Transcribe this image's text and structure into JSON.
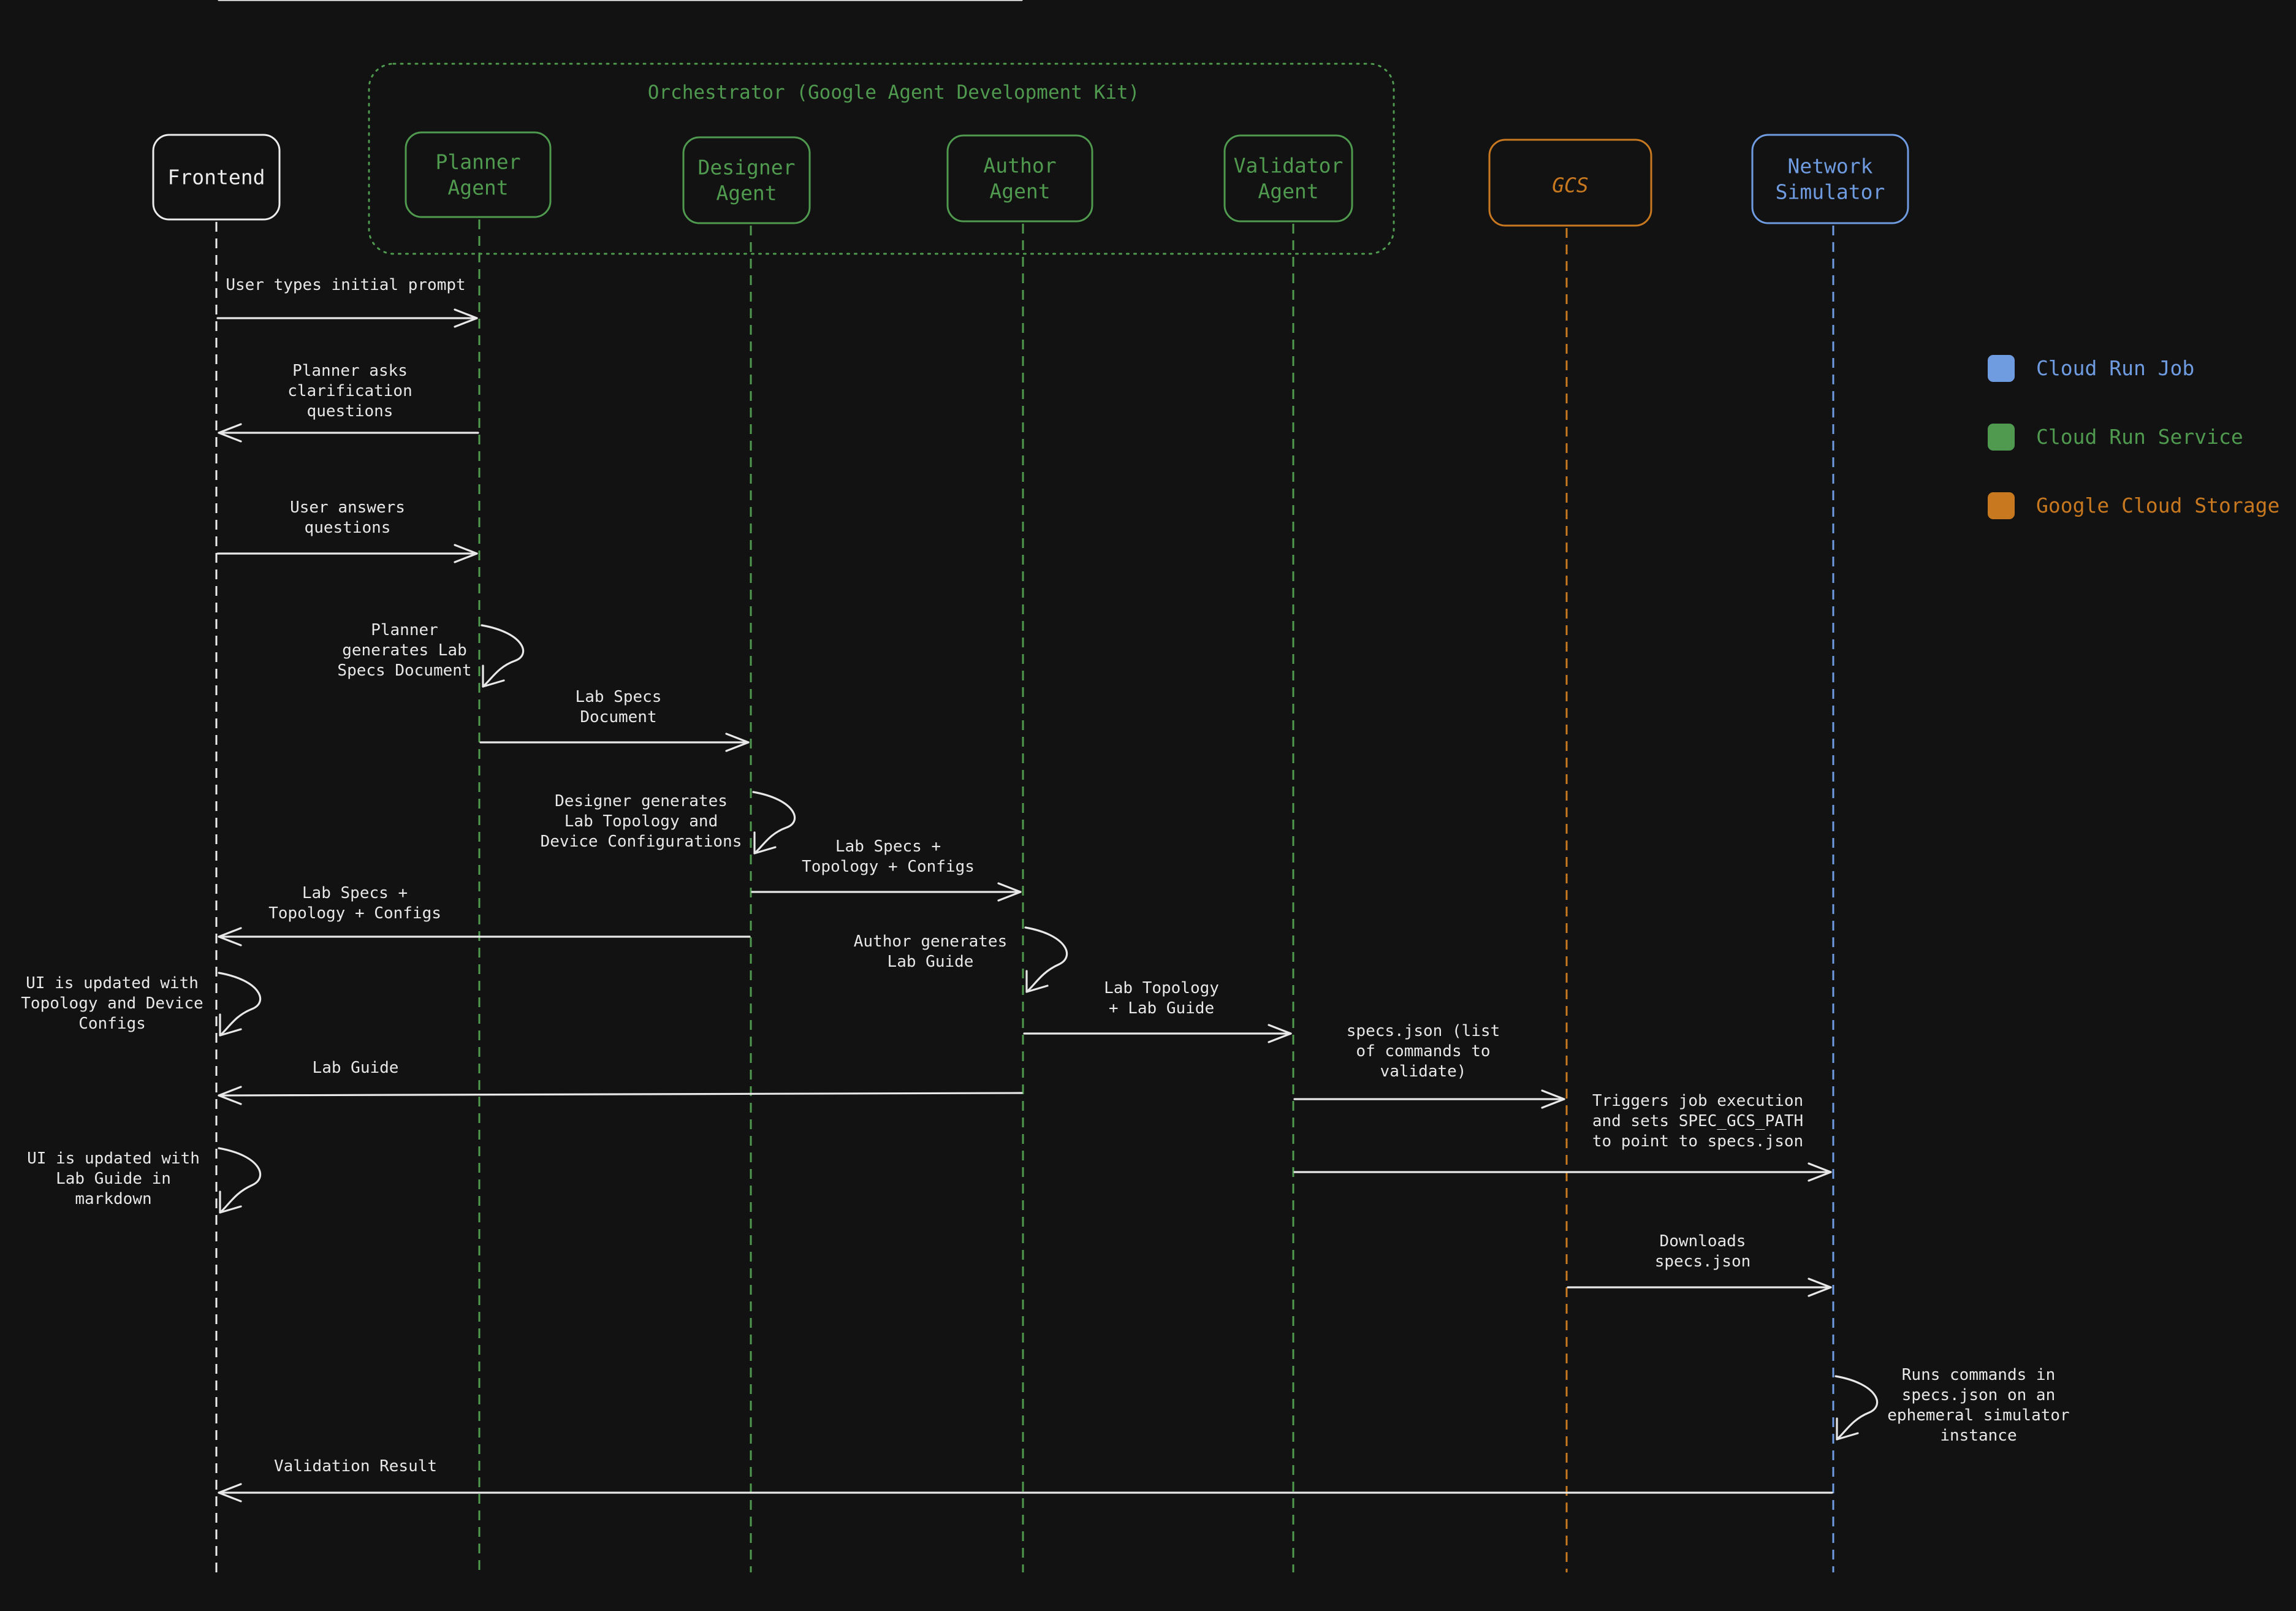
{
  "colors": {
    "background": "#121212",
    "text": "#e8e8e8",
    "white": "#ececec",
    "green": "#4f9a4f",
    "orange": "#c8781f",
    "blue": "#6f9be0"
  },
  "orchestrator": {
    "label": "Orchestrator (Google Agent Development Kit)"
  },
  "actors": [
    {
      "id": "frontend",
      "lines": [
        "Frontend"
      ],
      "color": "white"
    },
    {
      "id": "planner",
      "lines": [
        "Planner",
        "Agent"
      ],
      "color": "green"
    },
    {
      "id": "designer",
      "lines": [
        "Designer",
        "Agent"
      ],
      "color": "green"
    },
    {
      "id": "author",
      "lines": [
        "Author",
        "Agent"
      ],
      "color": "green"
    },
    {
      "id": "validator",
      "lines": [
        "Validator",
        "Agent"
      ],
      "color": "green"
    },
    {
      "id": "gcs",
      "lines": [
        "GCS"
      ],
      "color": "orange"
    },
    {
      "id": "simulator",
      "lines": [
        "Network",
        "Simulator"
      ],
      "color": "blue"
    }
  ],
  "legend": [
    {
      "label": "Cloud Run Job",
      "color": "blue"
    },
    {
      "label": "Cloud Run Service",
      "color": "green"
    },
    {
      "label": "Google Cloud Storage",
      "color": "orange"
    }
  ],
  "messages": [
    {
      "from": "frontend",
      "to": "planner",
      "lines": [
        "User types initial prompt"
      ]
    },
    {
      "from": "planner",
      "to": "frontend",
      "lines": [
        "Planner asks",
        "clarification",
        "questions"
      ]
    },
    {
      "from": "frontend",
      "to": "planner",
      "lines": [
        "User answers",
        "questions"
      ]
    },
    {
      "from": "planner",
      "to": "planner",
      "lines": [
        "Planner",
        "generates Lab",
        "Specs Document"
      ]
    },
    {
      "from": "planner",
      "to": "designer",
      "lines": [
        "Lab Specs",
        "Document"
      ]
    },
    {
      "from": "designer",
      "to": "designer",
      "lines": [
        "Designer generates",
        "Lab Topology and",
        "Device Configurations"
      ]
    },
    {
      "from": "designer",
      "to": "author",
      "lines": [
        "Lab Specs +",
        "Topology + Configs"
      ]
    },
    {
      "from": "designer",
      "to": "frontend",
      "lines": [
        "Lab Specs +",
        "Topology + Configs"
      ]
    },
    {
      "from": "author",
      "to": "author",
      "lines": [
        "Author generates",
        "Lab Guide"
      ]
    },
    {
      "from": "frontend",
      "to": "frontend",
      "lines": [
        "UI is updated with",
        "Topology and Device",
        "Configs"
      ]
    },
    {
      "from": "author",
      "to": "validator",
      "lines": [
        "Lab Topology",
        "+ Lab Guide"
      ]
    },
    {
      "from": "validator",
      "to": "gcs",
      "lines": [
        "specs.json (list",
        "of commands to",
        "validate)"
      ]
    },
    {
      "from": "author",
      "to": "frontend",
      "lines": [
        "Lab Guide"
      ]
    },
    {
      "from": "validator",
      "to": "simulator",
      "lines": [
        "Triggers job execution",
        "and sets SPEC_GCS_PATH",
        "to point to specs.json"
      ]
    },
    {
      "from": "frontend",
      "to": "frontend",
      "lines": [
        "UI is updated with",
        "Lab Guide in",
        "markdown"
      ]
    },
    {
      "from": "gcs",
      "to": "simulator",
      "lines": [
        "Downloads",
        "specs.json"
      ]
    },
    {
      "from": "simulator",
      "to": "simulator",
      "lines": [
        "Runs commands in",
        "specs.json on an",
        "ephemeral simulator",
        "instance"
      ]
    },
    {
      "from": "simulator",
      "to": "frontend",
      "lines": [
        "Validation Result"
      ]
    }
  ]
}
